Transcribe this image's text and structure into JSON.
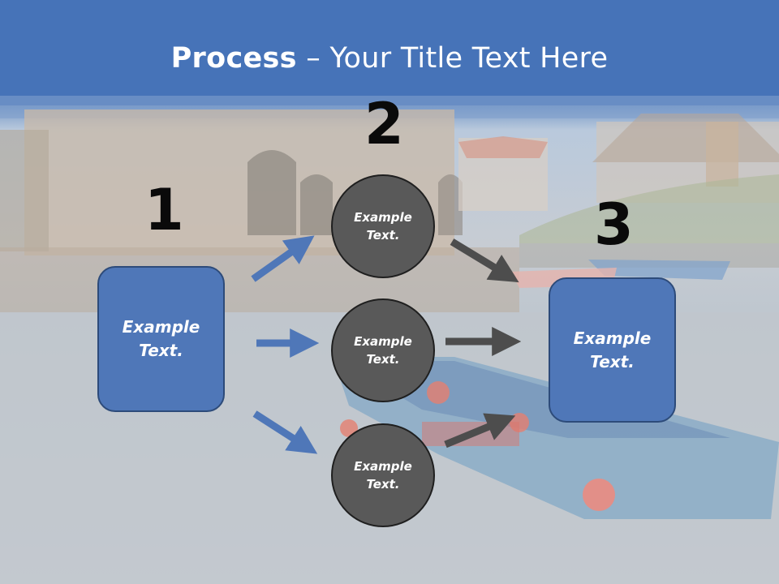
{
  "title": {
    "bold": "Process",
    "rest": " – Your Title Text Here"
  },
  "numbers": [
    "1",
    "2",
    "3"
  ],
  "left_box": {
    "line1": "Example",
    "line2": "Text."
  },
  "right_box": {
    "line1": "Example",
    "line2": "Text."
  },
  "circles": [
    {
      "line1": "Example",
      "line2": "Text."
    },
    {
      "line1": "Example",
      "line2": "Text."
    },
    {
      "line1": "Example",
      "line2": "Text."
    }
  ],
  "colors": {
    "blue_arrow": "#4f77b8",
    "gray_arrow": "#4d4d4d",
    "box": "#4f77b8",
    "circle": "#595959"
  }
}
